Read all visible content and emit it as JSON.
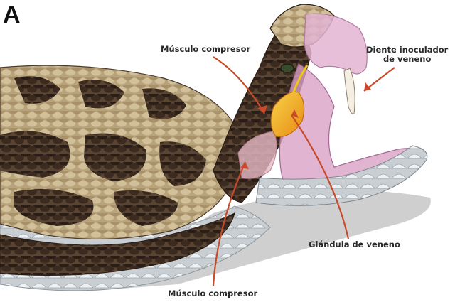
{
  "figure": {
    "panel_letter": "A",
    "labels": {
      "compressor_top": "Músculo compresor",
      "fang_line1": "Diente inoculador",
      "fang_line2": "de veneno",
      "gland": "Glándula de veneno",
      "compressor_bottom": "Músculo compresor"
    },
    "colors": {
      "arrow": "#c84a2a",
      "gland_yellow": "#f0c419",
      "gland_orange": "#e8911a",
      "mouth_pink": "#e3b4d2",
      "scale_dark": "#3b2a1f",
      "scale_light": "#cbb894",
      "belly": "#dfe3e6",
      "shadow": "#cfcfcf"
    }
  }
}
